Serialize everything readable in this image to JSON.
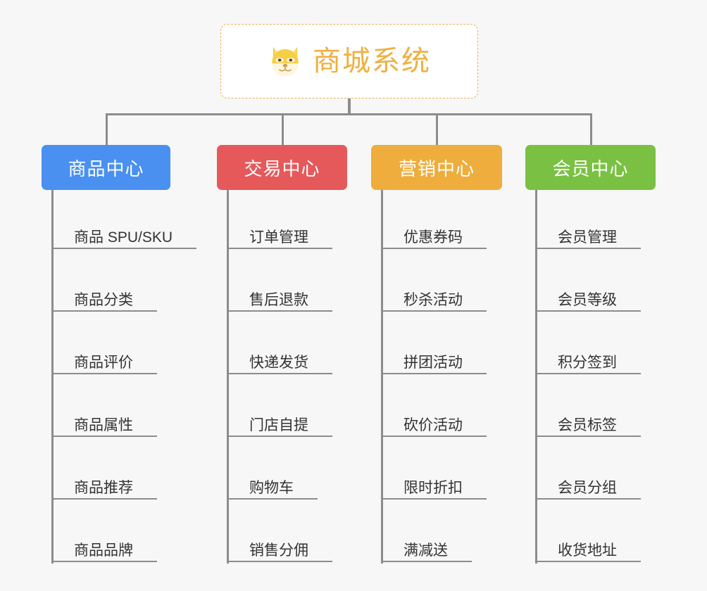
{
  "page": {
    "background_color": "#f7f7f7",
    "diagram_type": "org-tree"
  },
  "root": {
    "title": "商城系统",
    "icon": "shiba-dog-icon",
    "text_color": "#efb03f",
    "border_color": "#e8b057",
    "background_color": "#ffffff"
  },
  "connector": {
    "color": "#8c8c8c"
  },
  "columns": [
    {
      "title": "商品中心",
      "color": "#4a90f0",
      "title_color": "#ffffff",
      "items": [
        "商品 SPU/SKU",
        "商品分类",
        "商品评价",
        "商品属性",
        "商品推荐",
        "商品品牌"
      ]
    },
    {
      "title": "交易中心",
      "color": "#e5595b",
      "title_color": "#ffffff",
      "items": [
        "订单管理",
        "售后退款",
        "快递发货",
        "门店自提",
        "购物车",
        "销售分佣"
      ]
    },
    {
      "title": "营销中心",
      "color": "#eead3c",
      "title_color": "#ffffff",
      "items": [
        "优惠券码",
        "秒杀活动",
        "拼团活动",
        "砍价活动",
        "限时折扣",
        "满减送"
      ]
    },
    {
      "title": "会员中心",
      "color": "#7ac143",
      "title_color": "#ffffff",
      "items": [
        "会员管理",
        "会员等级",
        "积分签到",
        "会员标签",
        "会员分组",
        "收货地址"
      ]
    }
  ]
}
